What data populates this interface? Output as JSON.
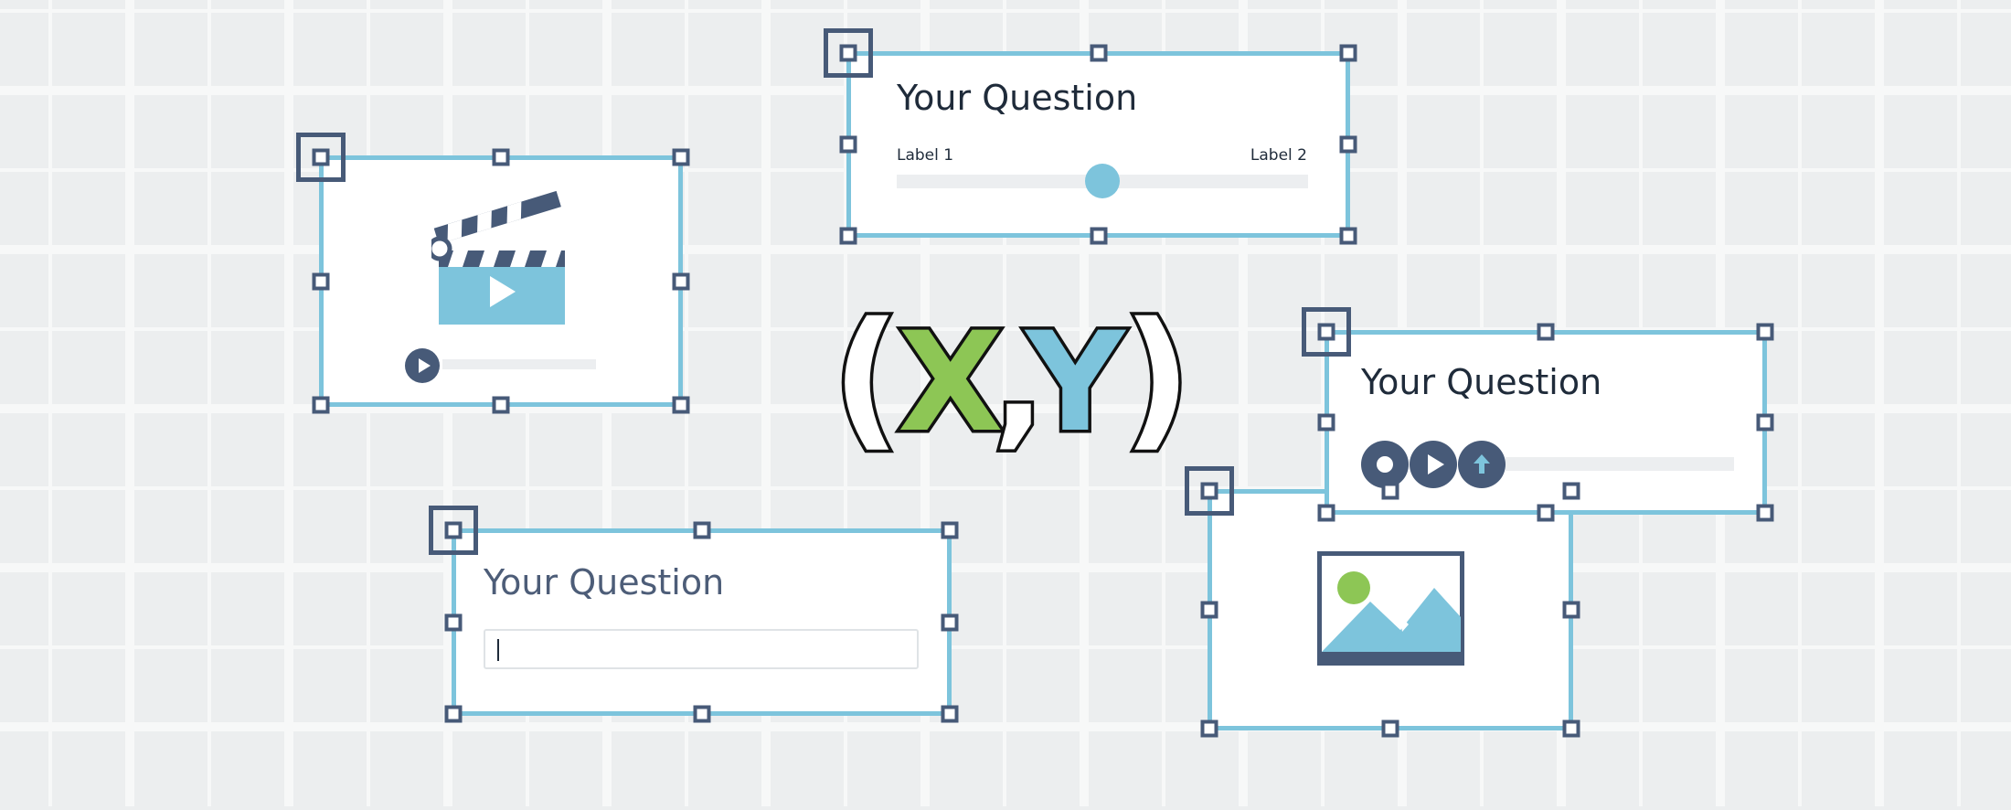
{
  "canvas": {
    "background": "#eceeef",
    "grid_line_color": "#f7f8f8",
    "accent": "#7dc4dc",
    "handle_color": "#475a78",
    "green": "#8dc655"
  },
  "slider_card": {
    "title": "Your Question",
    "label_left": "Label 1",
    "label_right": "Label 2",
    "value": 0.5
  },
  "video_card": {
    "icon": "clapperboard-play-icon",
    "play_icon": "play-icon",
    "progress": 0.0
  },
  "audio_card": {
    "title": "Your Question",
    "buttons": [
      "record-icon",
      "play-icon",
      "upload-icon"
    ],
    "progress": 0.0
  },
  "text_card": {
    "title": "Your Question",
    "title_color": "#4d5d78",
    "input_value": ""
  },
  "image_card": {
    "icon": "image-landscape-icon"
  },
  "xy_symbol": {
    "open_paren": "(",
    "x": "X",
    "comma": ",",
    "y": "Y",
    "close_paren": ")",
    "x_color": "#8dc655",
    "y_color": "#7dc4dc"
  }
}
